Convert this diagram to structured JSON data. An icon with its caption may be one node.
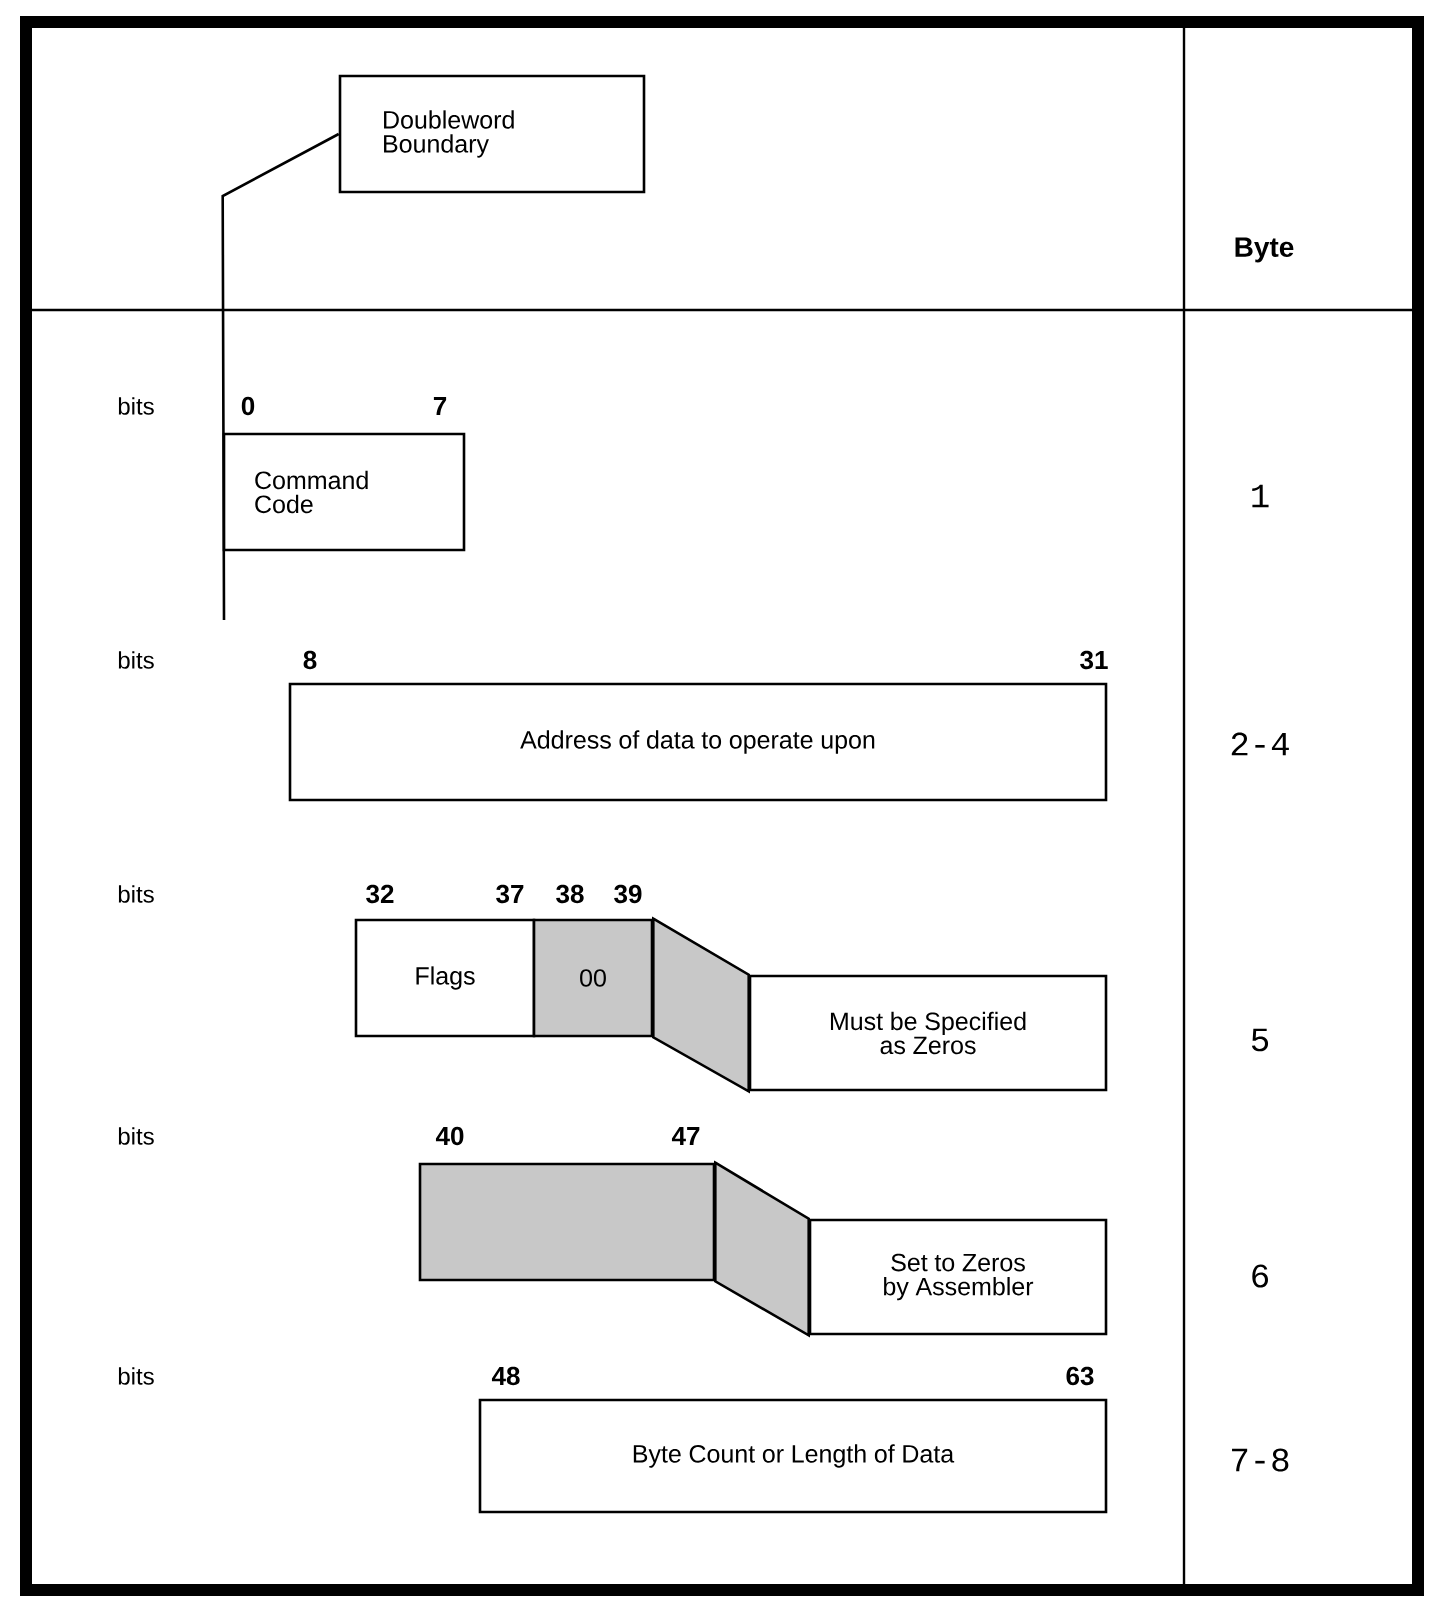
{
  "diagram": {
    "nodes": [
      {
        "text": [
          "Doubleword Boundary"
        ]
      },
      {
        "text": [
          "Command Code"
        ]
      },
      {
        "text": [
          "Address of data to  operate upon"
        ]
      },
      {
        "text": [
          "Flags"
        ]
      },
      {
        "text": [
          "00"
        ]
      },
      {
        "text": [
          "Must be Specified as Zeros"
        ]
      },
      {
        "text": [],
        "shape": "box"
      },
      {
        "text": [
          "Set to Zeros by Assembler"
        ]
      },
      {
        "text": [
          "Byte Count or  Length of Data"
        ]
      }
    ],
    "edges": [
      {
        "from": 0,
        "to": null,
        "arrow": "none"
      },
      {
        "from": 4,
        "to": 5,
        "arrow": "none"
      },
      {
        "from": 6,
        "to": 7,
        "arrow": "none"
      }
    ],
    "labels": [
      "Byte",
      "bits",
      "0",
      "7",
      "1",
      "bits",
      "8",
      "31",
      "2-4",
      "bits",
      "32",
      "37",
      "38",
      "39",
      "5",
      "bits",
      "40",
      "47",
      "6",
      "bits",
      "48",
      "63",
      "7-8"
    ]
  }
}
